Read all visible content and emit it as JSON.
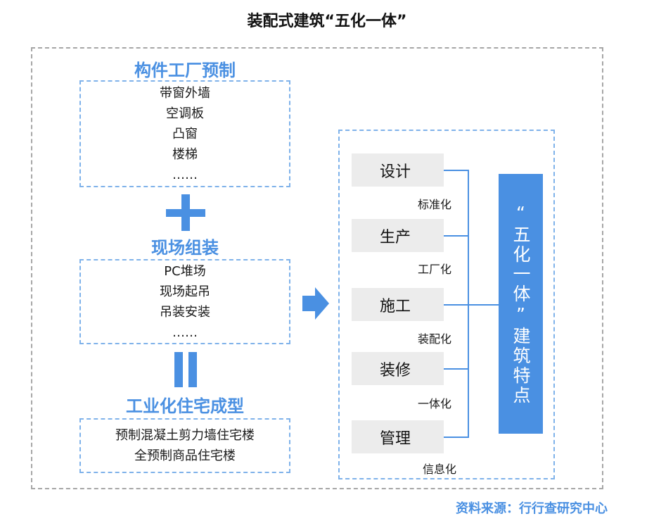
{
  "title": "装配式建筑“五化一体”",
  "left": {
    "section1": {
      "heading": "构件工厂预制",
      "items": [
        "带窗外墙",
        "空调板",
        "凸窗",
        "楼梯",
        "……"
      ]
    },
    "section2": {
      "heading": "现场组装",
      "items": [
        "PC堆场",
        "现场起吊",
        "吊装安装",
        "……"
      ]
    },
    "section3": {
      "heading": "工业化住宅成型",
      "items": [
        "预制混凝土剪力墙住宅楼",
        "全预制商品住宅楼"
      ]
    }
  },
  "right": {
    "stages": [
      {
        "name": "设计",
        "tag": "标准化"
      },
      {
        "name": "生产",
        "tag": "工厂化"
      },
      {
        "name": "施工",
        "tag": "装配化"
      },
      {
        "name": "装修",
        "tag": "一体化"
      },
      {
        "name": "管理",
        "tag": "信息化"
      }
    ],
    "feature_label": "“五化一体”建筑特点"
  },
  "source": "资料来源：行行查研究中心",
  "colors": {
    "accent": "#4a90e2",
    "stage_bg": "#ececec",
    "outer_border": "#a6a6a6"
  }
}
